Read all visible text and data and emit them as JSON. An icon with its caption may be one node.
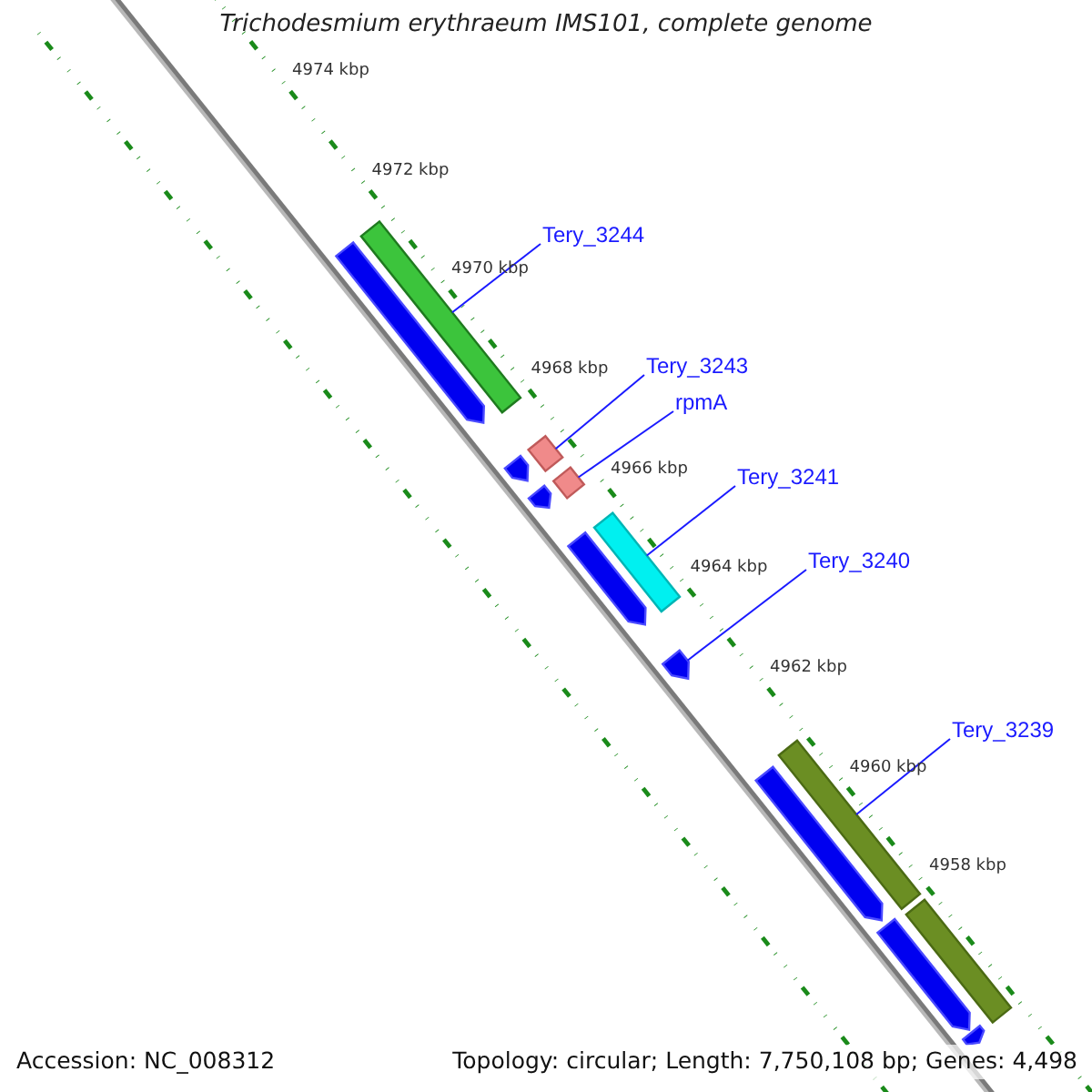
{
  "diagram": {
    "title": "Trichodesmium erythraeum IMS101, complete genome",
    "nodes": [
      {
        "text": [
          "Tery_3244"
        ]
      },
      {
        "text": [
          "Tery_3243"
        ]
      },
      {
        "text": [
          "rpmA"
        ]
      },
      {
        "text": [
          "Tery_3241"
        ]
      },
      {
        "text": [
          "Tery_3240"
        ]
      },
      {
        "text": [
          "Tery_3239"
        ]
      },
      {
        "text": [],
        "shape": "bar"
      },
      {
        "text": [],
        "shape": "arrow"
      },
      {
        "text": [],
        "shape": "bar"
      },
      {
        "text": [],
        "shape": "arrow"
      },
      {
        "text": [],
        "shape": "bar"
      },
      {
        "text": [],
        "shape": "arrow"
      },
      {
        "text": [],
        "shape": "bar"
      },
      {
        "text": [],
        "shape": "arrow"
      },
      {
        "text": [],
        "shape": "arrow"
      },
      {
        "text": [],
        "shape": "bar"
      },
      {
        "text": [],
        "shape": "arrow"
      },
      {
        "text": [],
        "shape": "bar"
      },
      {
        "text": [],
        "shape": "arrow"
      },
      {
        "text": [],
        "shape": "arrow"
      }
    ],
    "edges": [
      {
        "from": 0,
        "to": 6,
        "arrow": "none"
      },
      {
        "from": 1,
        "to": 8,
        "arrow": "none"
      },
      {
        "from": 2,
        "to": 10,
        "arrow": "none"
      },
      {
        "from": 3,
        "to": 12,
        "arrow": "none"
      },
      {
        "from": 4,
        "to": 14,
        "arrow": "none"
      },
      {
        "from": 5,
        "to": 15,
        "arrow": "none"
      }
    ],
    "labels": [
      "4974 kbp",
      "4972 kbp",
      "4970 kbp",
      "4968 kbp",
      "4966 kbp",
      "4964 kbp",
      "4962 kbp",
      "4960 kbp",
      "4958 kbp",
      "Accession: NC_008312",
      "Topology: circular; Length: 7,750,108 bp; Genes: 4,498"
    ]
  }
}
